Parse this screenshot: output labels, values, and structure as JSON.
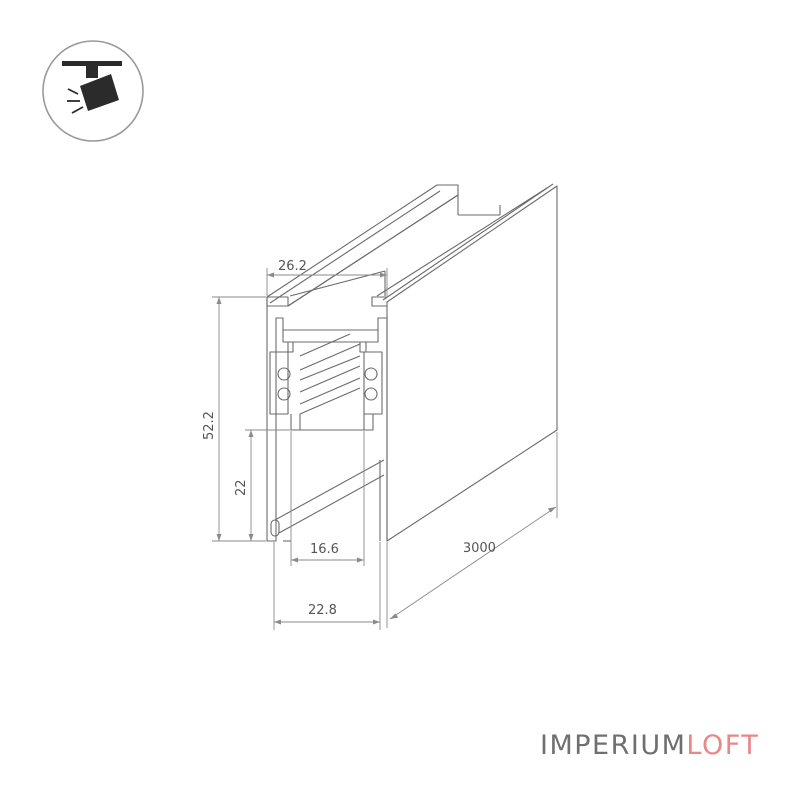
{
  "dimensions": {
    "top_width": "26.2",
    "height_total": "52.2",
    "height_lower": "22",
    "inner_width": "16.6",
    "bottom_width": "22.8",
    "length": "3000"
  },
  "brand": {
    "name_part1": "IMPERIUM",
    "name_part2": "LOFT",
    "color_main": "#6f6f6f",
    "color_accent": "#e8878a"
  },
  "icon": "track-spotlight-icon",
  "colors": {
    "line": "#6b6b6b",
    "dim_line": "#8a8a8a",
    "icon_circle": "#9a9a9a",
    "icon_fill": "#2b2b2b"
  }
}
